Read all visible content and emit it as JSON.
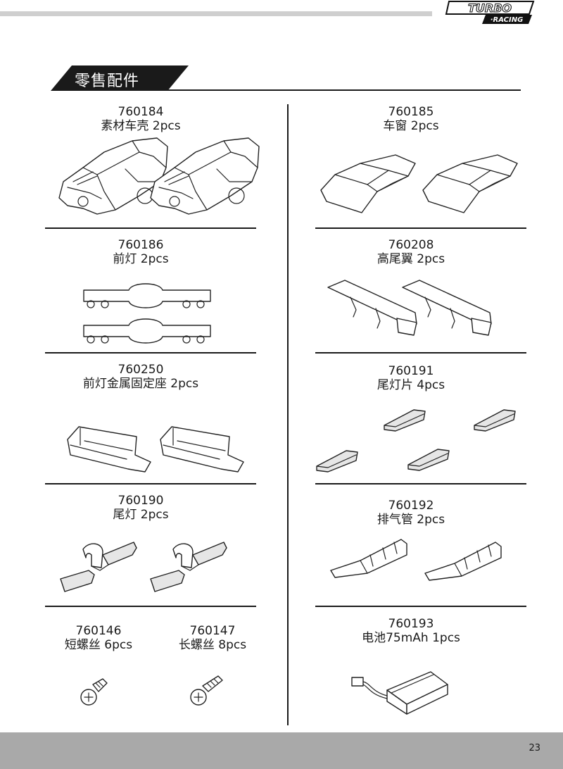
{
  "header": {
    "logo_line1": "TURBO",
    "logo_line2": "·RACING"
  },
  "section": {
    "title": "零售配件"
  },
  "parts": {
    "p760184": {
      "code": "760184",
      "desc": "素材车壳 2pcs"
    },
    "p760185": {
      "code": "760185",
      "desc": "车窗 2pcs"
    },
    "p760186": {
      "code": "760186",
      "desc": "前灯 2pcs"
    },
    "p760208": {
      "code": "760208",
      "desc": "高尾翼 2pcs"
    },
    "p760250": {
      "code": "760250",
      "desc": "前灯金属固定座 2pcs"
    },
    "p760191": {
      "code": "760191",
      "desc": "尾灯片 4pcs"
    },
    "p760190": {
      "code": "760190",
      "desc": "尾灯 2pcs"
    },
    "p760192": {
      "code": "760192",
      "desc": "排气管 2pcs"
    },
    "p760146": {
      "code": "760146",
      "desc": "短螺丝 6pcs"
    },
    "p760147": {
      "code": "760147",
      "desc": "长螺丝 8pcs"
    },
    "p760193": {
      "code": "760193",
      "desc": "电池75mAh 1pcs"
    }
  },
  "footer": {
    "page_number": "23"
  },
  "colors": {
    "banner": "#1a1a1a",
    "top_rule": "#cfcfcf",
    "footer_band": "#a9a9a9"
  }
}
